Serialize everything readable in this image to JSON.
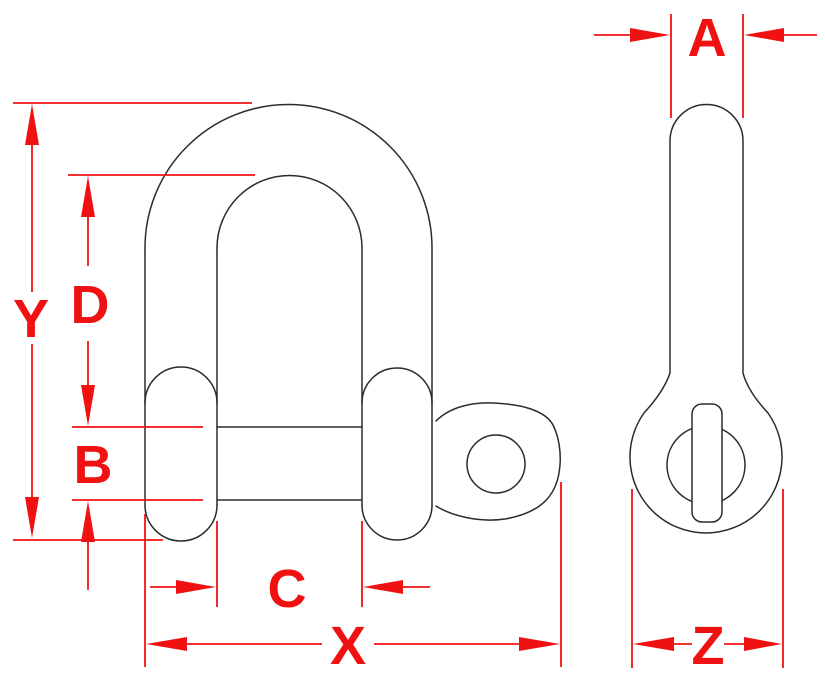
{
  "drawing": {
    "subject": "shackle-dimensional-line-drawing-front-and-side-views",
    "background_color": "#ffffff",
    "outline_color": "#2b2b2b",
    "dimension_color": "#f01212"
  },
  "dimension_labels": {
    "Y": "Y",
    "D": "D",
    "B": "B",
    "C": "C",
    "X": "X",
    "A": "A",
    "Z": "Z"
  }
}
